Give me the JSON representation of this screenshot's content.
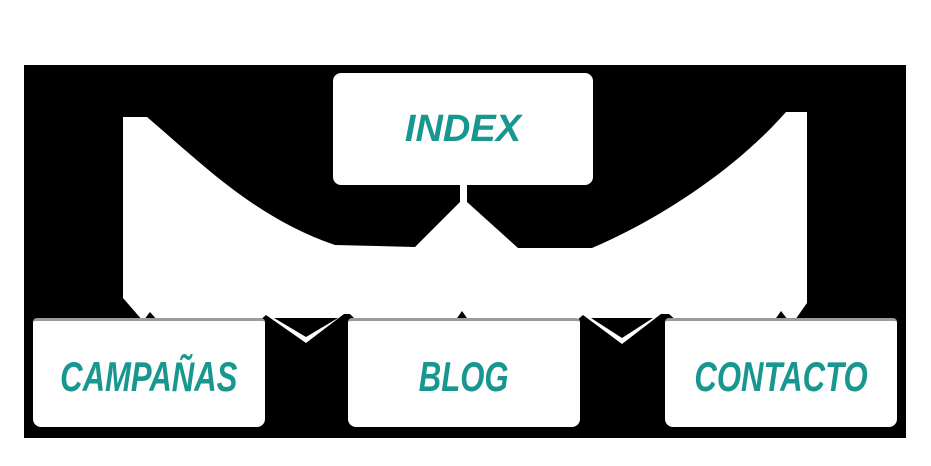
{
  "diagram": {
    "kind": "sitemap-tree",
    "nodes": [
      {
        "id": "index",
        "label": "INDEX",
        "level": 1
      },
      {
        "id": "campanas",
        "label": "CAMPAÑAS",
        "level": 2
      },
      {
        "id": "blog",
        "label": "BLOG",
        "level": 2
      },
      {
        "id": "contacto",
        "label": "CONTACTO",
        "level": 2
      }
    ],
    "edges": [
      {
        "from": "INDEX",
        "to": "CAMPAÑAS"
      },
      {
        "from": "INDEX",
        "to": "BLOG"
      },
      {
        "from": "INDEX",
        "to": "CONTACTO"
      }
    ],
    "colors": {
      "page_background": "#ffffff",
      "diagram_background": "#000000",
      "box_fill": "#fefefe",
      "label_text": "#17978F",
      "connector_fill": "#ffffff",
      "box_top_shadow": "#9b9b9b"
    }
  }
}
